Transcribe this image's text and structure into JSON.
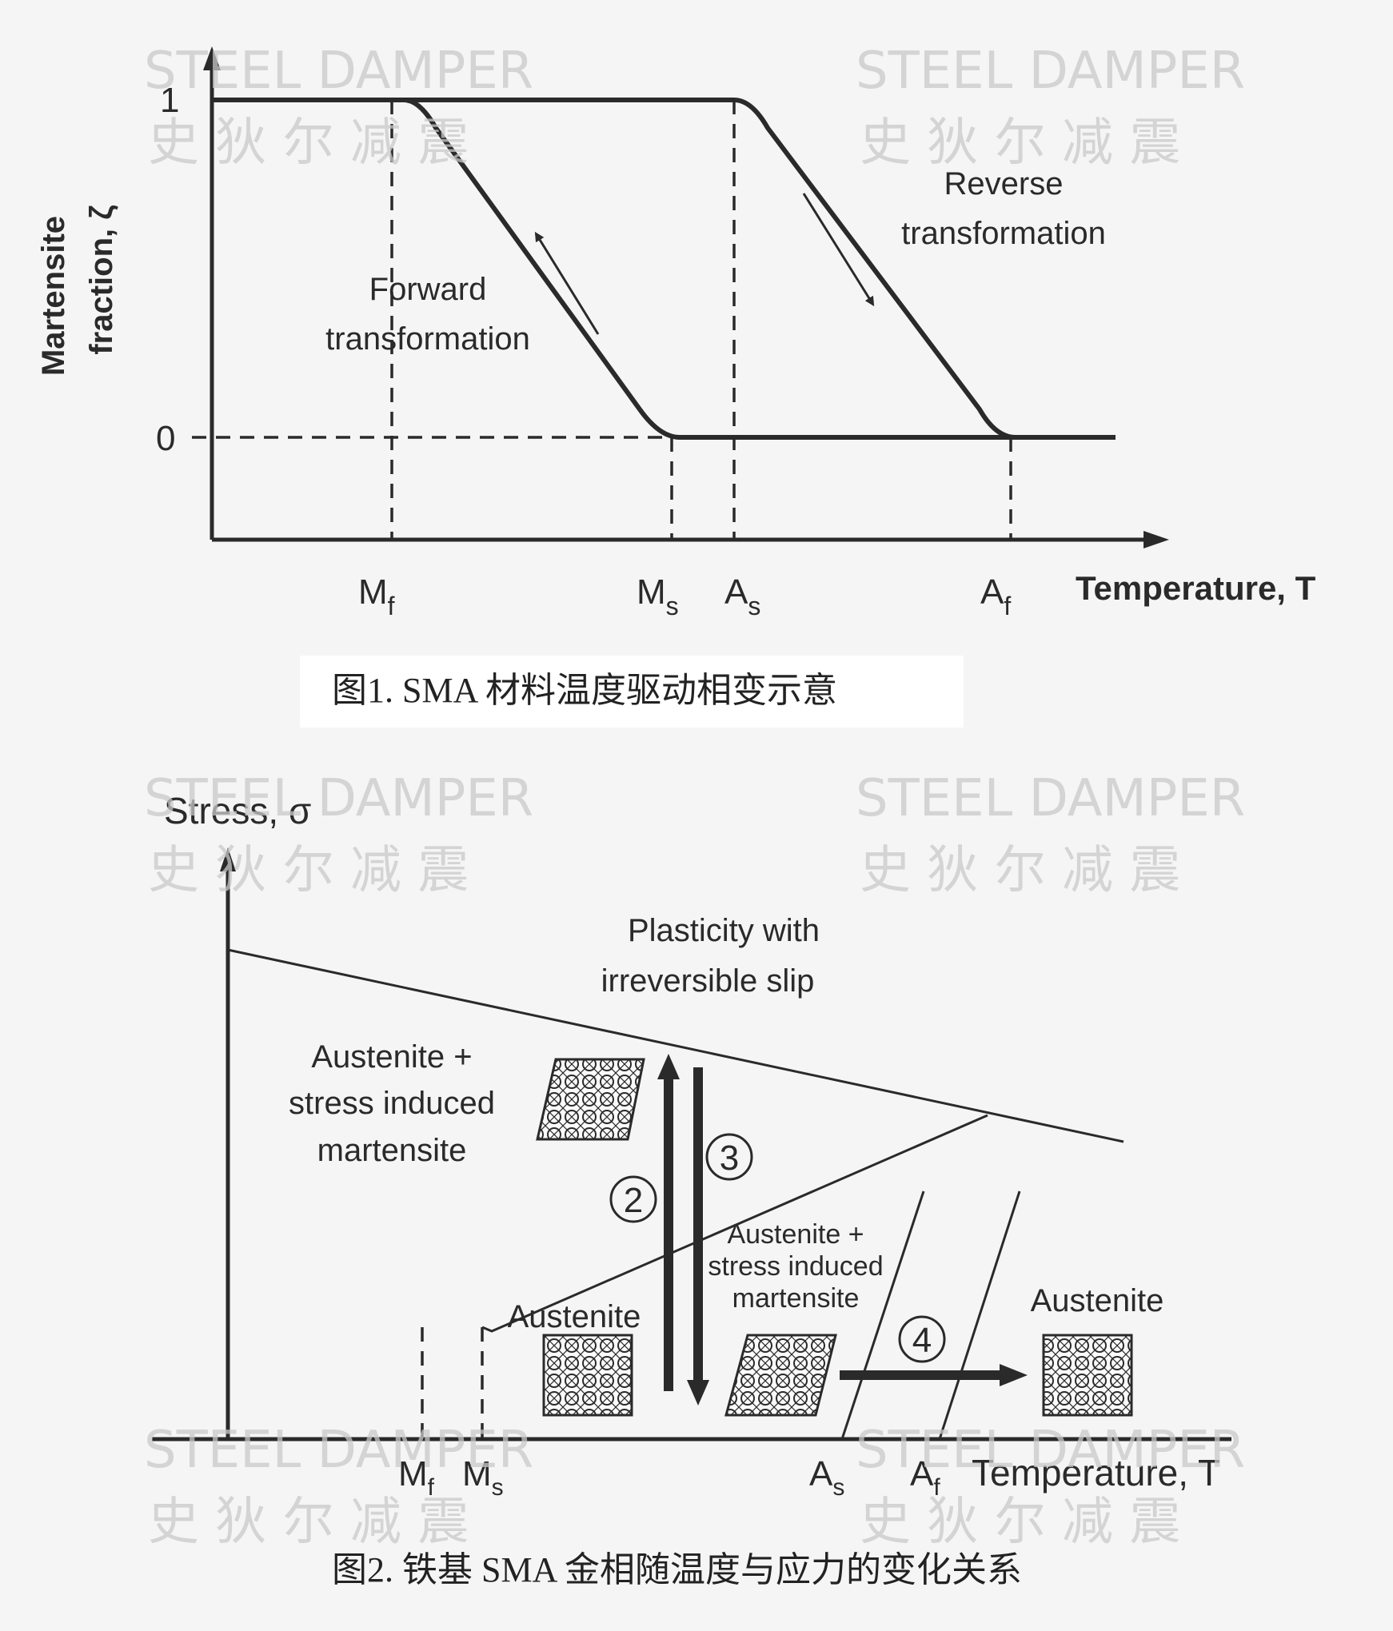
{
  "figure1": {
    "y_axis_label_line1": "Martensite",
    "y_axis_label_line2": "fraction, ζ",
    "y_tick_top": "1",
    "y_tick_bottom": "0",
    "x_axis_label": "Temperature, T",
    "ticks": [
      {
        "main": "M",
        "sub": "f"
      },
      {
        "main": "M",
        "sub": "s"
      },
      {
        "main": "A",
        "sub": "s"
      },
      {
        "main": "A",
        "sub": "f"
      }
    ],
    "forward_label_line1": "Forward",
    "forward_label_line2": "transformation",
    "reverse_label_line1": "Reverse",
    "reverse_label_line2": "transformation",
    "caption": "图1.  SMA 材料温度驱动相变示意"
  },
  "figure2": {
    "y_axis_label": "Stress, σ",
    "x_axis_label": "Temperature, T",
    "plasticity_line1": "Plasticity with",
    "plasticity_line2": "irreversible slip",
    "region_left_line1": "Austenite +",
    "region_left_line2": "stress induced",
    "region_left_line3": "martensite",
    "region_mid_line1": "Austenite +",
    "region_mid_line2": "stress induced",
    "region_mid_line3": "martensite",
    "austenite_low": "Austenite",
    "austenite_right": "Austenite",
    "step2": "2",
    "step3": "3",
    "step4": "4",
    "ticks": [
      {
        "main": "M",
        "sub": "f"
      },
      {
        "main": "M",
        "sub": "s"
      },
      {
        "main": "A",
        "sub": "s"
      },
      {
        "main": "A",
        "sub": "f"
      }
    ],
    "caption": "图2.  铁基 SMA 金相随温度与应力的变化关系"
  },
  "watermark": {
    "line1": "STEEL DAMPER",
    "line2": "史 狄 尔 减 震"
  }
}
